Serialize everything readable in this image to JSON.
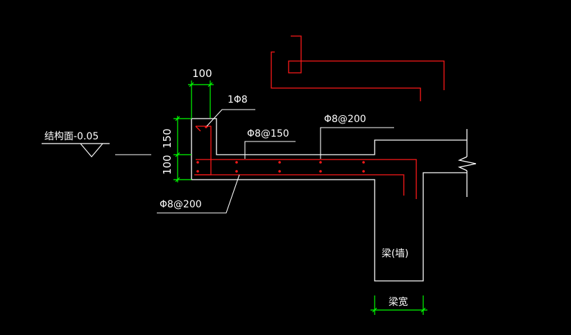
{
  "colors": {
    "background": "#000000",
    "outline": "#ffffff",
    "rebar": "#ff1a1a",
    "dimension": "#00ff00",
    "text": "#ffffff"
  },
  "labels": {
    "structure_level": "结构面-0.05",
    "dim_width_top": "100",
    "dim_height_upper": "150",
    "dim_height_lower": "100",
    "rebar_single": "1Φ8",
    "rebar_distribution": "Φ8@150",
    "rebar_top": "Φ8@200",
    "rebar_bottom": "Φ8@200",
    "beam_wall": "梁(墙)",
    "beam_width": "梁宽"
  }
}
